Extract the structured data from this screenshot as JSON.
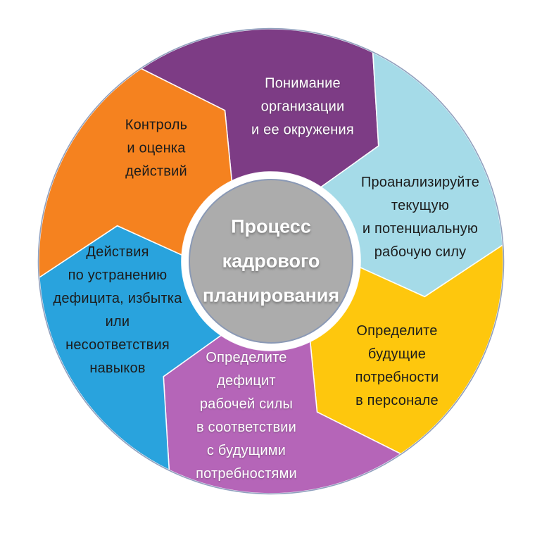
{
  "diagram": {
    "type": "segmented-cycle",
    "direction": "clockwise",
    "center": {
      "label": "Процесс\nкадрового\nпланирования",
      "fill_color": "#ACACAC",
      "stroke_color": "#8A99B5",
      "text_color": "#FFFFFF"
    },
    "segments": [
      {
        "id": "understand",
        "label": "Понимание\nорганизации\nи ее окружения",
        "color": "#7D3C85",
        "text_color": "#FFFFFF",
        "position": "top"
      },
      {
        "id": "analyze",
        "label": "Проанализируйте\nтекущую\nи потенциальную\nрабочую силу",
        "color": "#A5DBE8",
        "text_color": "#1C1C1C",
        "position": "upper-right"
      },
      {
        "id": "future",
        "label": "Определите\nбудущие\nпотребности\nв персонале",
        "color": "#FEC70D",
        "text_color": "#1C1C1C",
        "position": "lower-right"
      },
      {
        "id": "deficit",
        "label": "Определите\nдефицит\nрабочей силы\nв соответствии\nс будущими\nпотребностями",
        "color": "#B565B8",
        "text_color": "#FFFFFF",
        "position": "bottom"
      },
      {
        "id": "actions",
        "label": "Действия\nпо устранению\nдефицита, избытка\nили\nнесоответствия\nнавыков",
        "color": "#29A3DD",
        "text_color": "#1C1C1C",
        "position": "lower-left"
      },
      {
        "id": "control",
        "label": "Контроль\nи оценка\nдействий",
        "color": "#F5821F",
        "text_color": "#1C1C1C",
        "position": "upper-left"
      }
    ],
    "outline_color": "#90A0BE",
    "separator_color": "#E9EFF9",
    "background_color": "#FFFFFF"
  }
}
